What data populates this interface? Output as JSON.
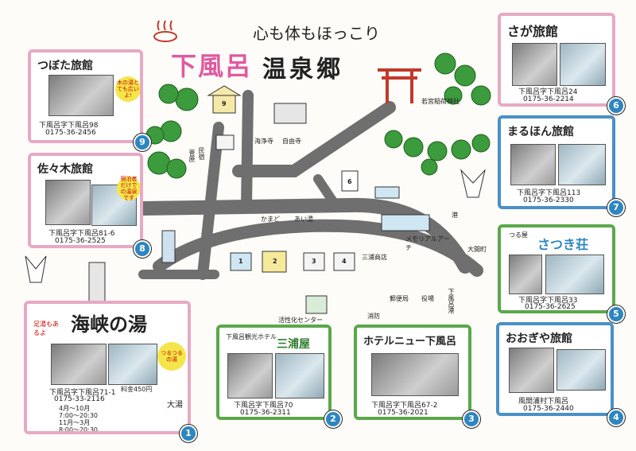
{
  "header": {
    "title_part1": "下風呂",
    "title_part2": "温泉郷",
    "slogan": "心も体もほっこり"
  },
  "colors": {
    "road": "#6f6f6f",
    "tree": "#3c9b3c",
    "torii": "#c0392b",
    "pink_frame": "#e7a9c4",
    "blue_frame": "#4a90c6",
    "green_frame": "#5aa84a",
    "badge_blue": "#2e86c1"
  },
  "inns": [
    {
      "number": "1",
      "name": "海峡の湯",
      "address": "下風呂字下風呂71-1",
      "tel": "0175-33-2116",
      "hours": [
        "4月〜10月",
        "7:00〜20:30",
        "11月〜3月",
        "8:00〜20:30"
      ],
      "fee": "料金450円",
      "sticker": "つるつるの湯",
      "side_label": "大湯",
      "corner_label": "足湯もあるよ"
    },
    {
      "number": "2",
      "name": "三浦屋",
      "subtitle": "下風呂観光ホテル",
      "address": "下風呂字下風呂70",
      "tel": "0175-36-2311"
    },
    {
      "number": "3",
      "name": "ホテルニュー下風呂",
      "address": "下風呂字下風呂67-2",
      "tel": "0175-36-2021"
    },
    {
      "number": "4",
      "name": "おおぎや旅館",
      "address": "風間浦村下風呂",
      "tel": "0175-36-2440"
    },
    {
      "number": "5",
      "name": "さつき荘",
      "subtitle": "つる屋",
      "address": "下風呂字下風呂33",
      "tel": "0175-36-2625"
    },
    {
      "number": "6",
      "name": "さが旅館",
      "address": "下風呂字下風呂24",
      "tel": "0175-36-2214"
    },
    {
      "number": "7",
      "name": "まるほん旅館",
      "address": "下風呂字下風呂113",
      "tel": "0175-36-2330"
    },
    {
      "number": "8",
      "name": "佐々木旅館",
      "address": "下風呂字下風呂81-6",
      "tel": "0175-36-2525",
      "sticker": "宿泊者だけでの温泉です"
    },
    {
      "number": "9",
      "name": "つぼた旅館",
      "address": "下風呂字下風呂98",
      "tel": "0175-36-2456",
      "sticker": "木の湯とても広いよ!"
    }
  ],
  "landmarks": {
    "shrine": "若宮稲荷神社",
    "temple1": "海浄寺",
    "temple2": "自由寺",
    "minshuku": "民宿",
    "minshuku_name": "菅原",
    "memorial": "メモリアルアーチ",
    "shop": "三浦商店",
    "center": "活性化センター",
    "fire": "消防",
    "post": "郵便局",
    "office": "役場",
    "port": "下風呂港",
    "ohmachi": "大間町",
    "harbor": "港",
    "kamado": "かまど",
    "aiyu": "あい湯"
  },
  "map_numbers": [
    "9",
    "6",
    "1",
    "2",
    "3",
    "4"
  ]
}
